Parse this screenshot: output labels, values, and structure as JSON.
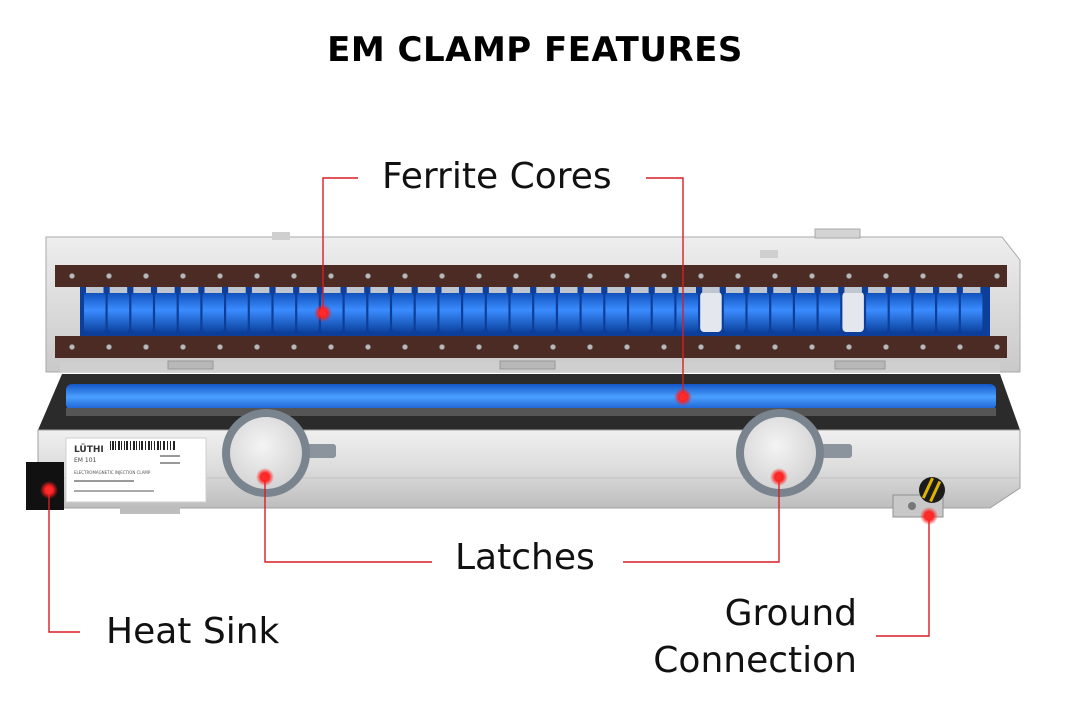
{
  "title": "EM CLAMP FEATURES",
  "labels": {
    "ferrite_cores": "Ferrite Cores",
    "latches": "Latches",
    "heat_sink": "Heat Sink",
    "ground_line1": "Ground",
    "ground_line2": "Connection"
  },
  "device_label": {
    "brand": "LÜTHI",
    "model": "EM 101",
    "type_line": "ELECTROMAGNETIC INJECTION CLAMP"
  },
  "colors": {
    "callout": "#d81e25",
    "dot": "#ff2a2a",
    "ferrite": "#1f6fe0",
    "strip": "#4a2a22",
    "housing": "#d8d8d8"
  }
}
